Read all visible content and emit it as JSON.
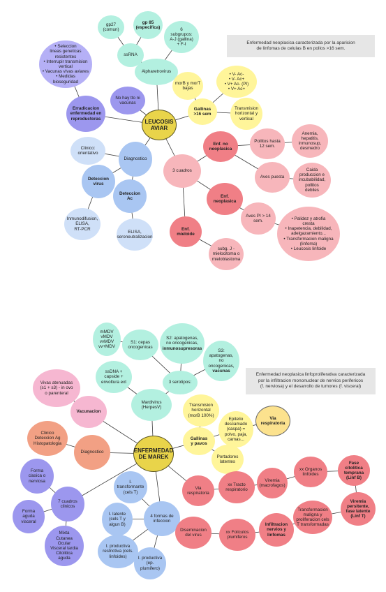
{
  "leucosis": {
    "note": "Enfermedad neoplasica caracterizada por la aparicion\nde linfomas de celulas B en pollos >16 sem.",
    "center": "LEUCOSIS\nAVIAR",
    "gp27": "gp27\n(comun)",
    "gp85": "gp 85\n(especifica)",
    "subgrupos": "6\nsubgrupos:\nA-J (gallina)\n+ F-I",
    "ssrna": "ssRNA",
    "alpharetrovirus": "Alpharetrovirus",
    "seleccion": "• Seleccion\nlineas geneticas\nresistentes\n• Interrupir transmision\nvertical\n• Vacunas vivas aviares\n• Medidas\nbioseguridad",
    "erradicacion": "Erradicacion\nenfermedad en\nreproductoras",
    "no_tto": "No hay tto ni\nvacunas",
    "morb": "morB y morT\nbajas",
    "gallinas": "Gallinas\n>16 sem",
    "v_list": "• V- Ac-\n• V- Ac+\n• V+ Ac- (PI)\n• V+ Ac+",
    "transmision": "Transmision\nhorizontal y\nvertical",
    "clinico": "Clinico:\norientativo",
    "diagnostico": "Diagnostico",
    "deteccion_virus": "Deteccion\nvirus",
    "deteccion_ac": "Deteccion\nAc",
    "inmuno": "Inmunodifusion,\nELISA,\nRT-PCR",
    "elisa": "ELISA,\nseroneutralizacion",
    "tres_cuadros": "3 cuadros",
    "enf_no_neo": "Enf. no\nneoplasica",
    "pollitos": "Pollitos hasta\n12 sem.",
    "anemia": "Anemia,\nhepatitis,\ninmunosup,\ndesmedro",
    "aves_puesta": "Aves puesta",
    "caida": "Caida\nproduccion e\nincubabilidad,\npollitos\ndebiles",
    "enf_neo": "Enf.\nneoplasica",
    "aves_pi": "Aves PI > 14\nsem.",
    "palidez": "• Palidez y atrofia\ncresta\n• Inapetencia, debilidad,\nadelgazamiento...\n• Transformacion maligna\n(linfoma)\n• Leucosis linfoide",
    "enf_mieloide": "Enf.\nmieloide",
    "subg_j": "subg. J -\nmielocitoma o\nmieloblastoma"
  },
  "marek": {
    "note": "Enfermedad neoplasica linfoproliferativa caracterizada\npor la infiltracion mononuclear de nervios perifericos\n(f. nerviosa) y el desarrollo de tumores (f. visceral)",
    "center": "ENFERMEDAD\nDE MAREK",
    "mmdv": "mMDV\nvMDV\nvvMDV\nvv+MDV",
    "s1": "S1: cepas\noncogenicas",
    "s2_a": "S2: apatogenas,\nno oncogenicas,",
    "s2_b": "inmunosupresoras",
    "s3_a": "S3:\napatogenas,\nno\noncogenicas,",
    "s3_b": "vacunas",
    "ssdna": "ssDNA +\ncapside +\nenvoltura ext",
    "tres_serotipos": "3 serotipos:",
    "mardivirus": "Mardivirus\n(HerpesV)",
    "vivas": "Vivas atenuadas\n(s1 + s3) - in ovo\no  parenteral",
    "vacunacion": "Vacunacion",
    "transmision": "Transmision\nhorizontal\n(morB 100%)",
    "epitelio": "Epitelio\ndescamado\n(caspa) =\npolvo, paja,\ncamas...",
    "via_resp": "Via\nrespiratoria",
    "gallinas_pavos": "Gallinas\ny pavos",
    "portadores": "Portadores\nlatentes",
    "clinico": "Clinico\nDeteccion Ag\nHistopatologia",
    "diagnostico": "Diagnostico",
    "forma_clasica": "Forma\nclasica o\nnerviosa",
    "cuadros": "7 cuadros\nclinicos",
    "forma_aguda": "Forma\naguda\nvisceral",
    "mixta": "Mixta\nCutanea\nOcular\nVisceral tardia\nCitolitica\naguda",
    "i_transformante": "I.\ntransformante\n(cels T)",
    "i_latente": "I. latente\n(cels T y\nalgun B)",
    "formas_infeccion": "4 formas de\ninfeccion",
    "i_prod_restr": "I. productiva\nrestrictiva (cels.\nlinfoides)",
    "i_productiva": "I. productiva\n(ep.\nplumifero)",
    "via_resp2": "Via\nrespiratoria",
    "tracto": "xx Tracto\nrespiratorio",
    "viremia": "Viremia\n(macrofagos)",
    "organos": "xx Organos\nlinfoides",
    "fase_citolitica": "Fase\ncitolitica\ntemprana\n(Linf B)",
    "viremia_persistente": "Viremia\npersitente,\nfase latente\n(Linf T)",
    "transformacion": "Transformacion\nmaligna y\nproliferacion cels\nT transformadas",
    "infiltracion": "Infiltracion\nnervios y\nlinfomas",
    "foliculos": "xx Foliculos\nplumiferos",
    "diseminacion": "Diseminacion\ndel virus"
  }
}
